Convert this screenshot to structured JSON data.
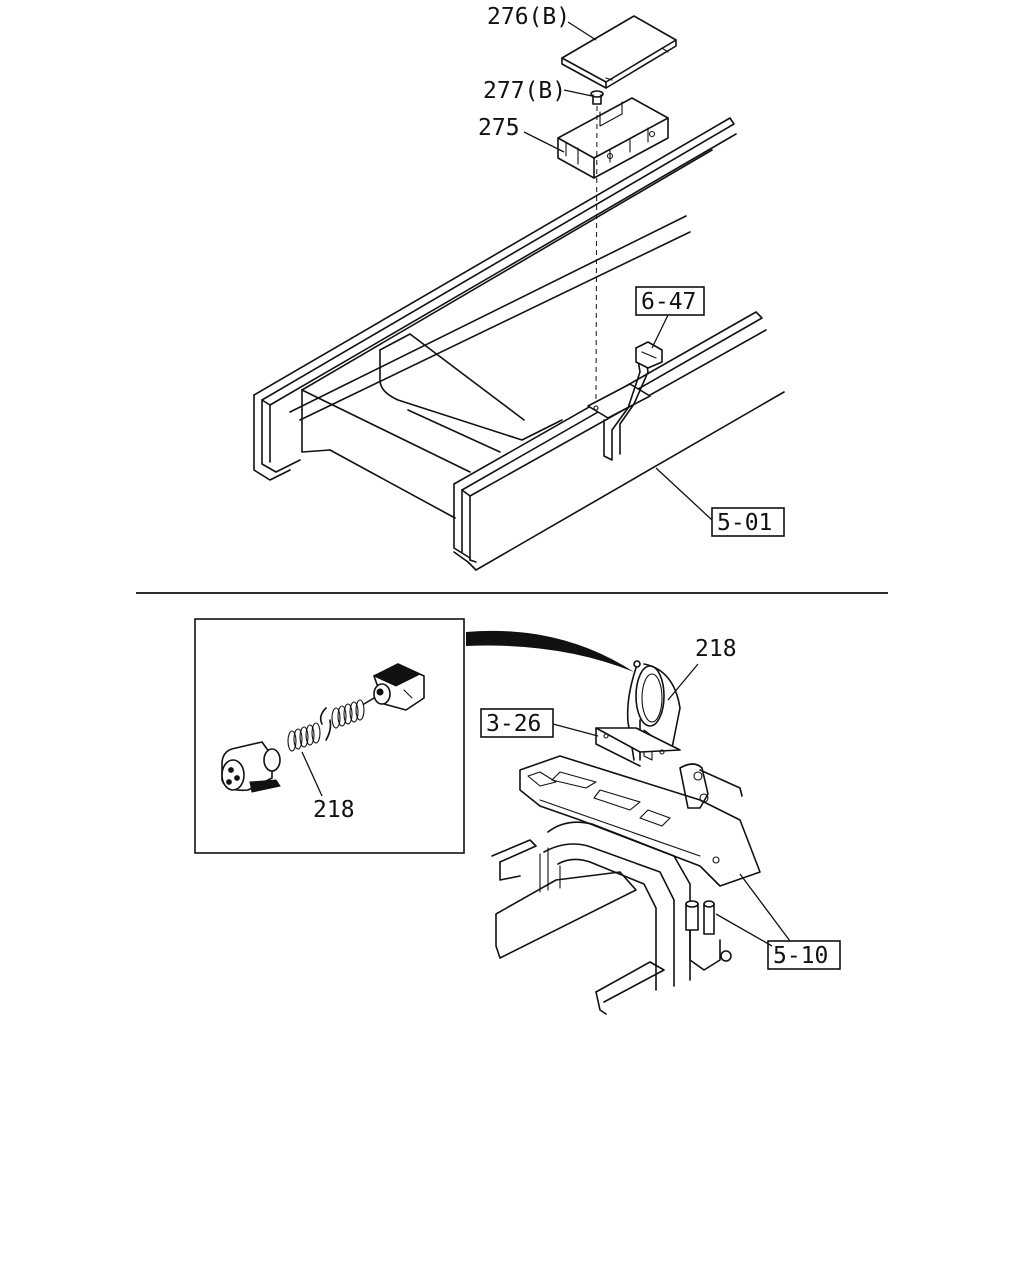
{
  "labels": {
    "part_276": "276(B)",
    "part_277": "277(B)",
    "part_275": "275",
    "ref_6_47": "6-47",
    "ref_5_01": "5-01",
    "part_218_main": "218",
    "part_218_inset": "218",
    "ref_3_26": "3-26",
    "ref_5_10": "5-10"
  }
}
